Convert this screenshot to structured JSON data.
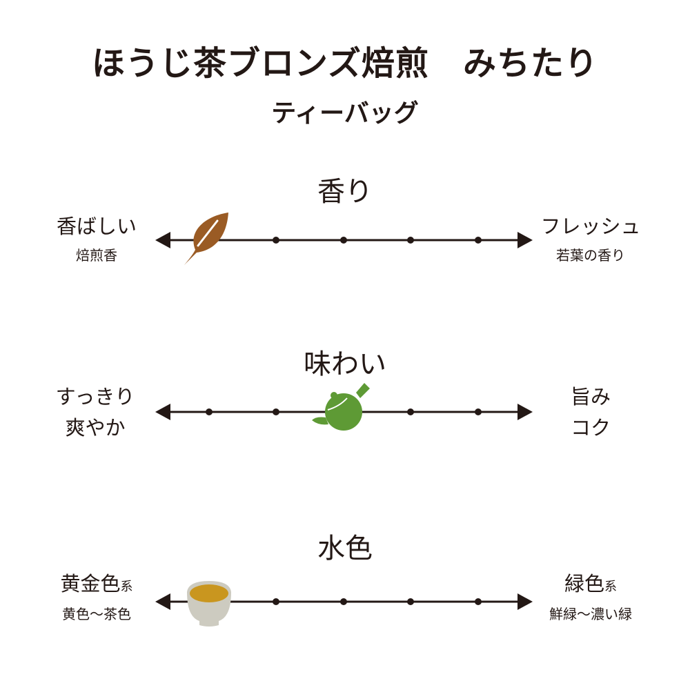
{
  "title": "ほうじ茶ブロンズ焙煎　みちたり",
  "subtitle": "ティーバッグ",
  "scales": [
    {
      "heading": "香り",
      "left_main": "香ばしい",
      "left_sub": "焙煎香",
      "right_main": "フレッシュ",
      "right_sub": "若葉の香り",
      "marker": "tea-leaf",
      "position": 1,
      "steps": 5,
      "color": "#9a5b24"
    },
    {
      "heading": "味わい",
      "left_main": "すっきり",
      "left_sub": "爽やか",
      "right_main": "旨み",
      "right_sub": "コク",
      "marker": "teapot",
      "position": 3,
      "steps": 5,
      "color": "#5e9a35"
    },
    {
      "heading": "水色",
      "left_main": "黄金色",
      "left_suffix": "系",
      "left_sub": "黄色～茶色",
      "right_main": "緑色",
      "right_suffix": "系",
      "right_sub": "鮮緑～濃い緑",
      "marker": "teacup",
      "position": 1,
      "steps": 5,
      "color": "#c9961f"
    }
  ]
}
